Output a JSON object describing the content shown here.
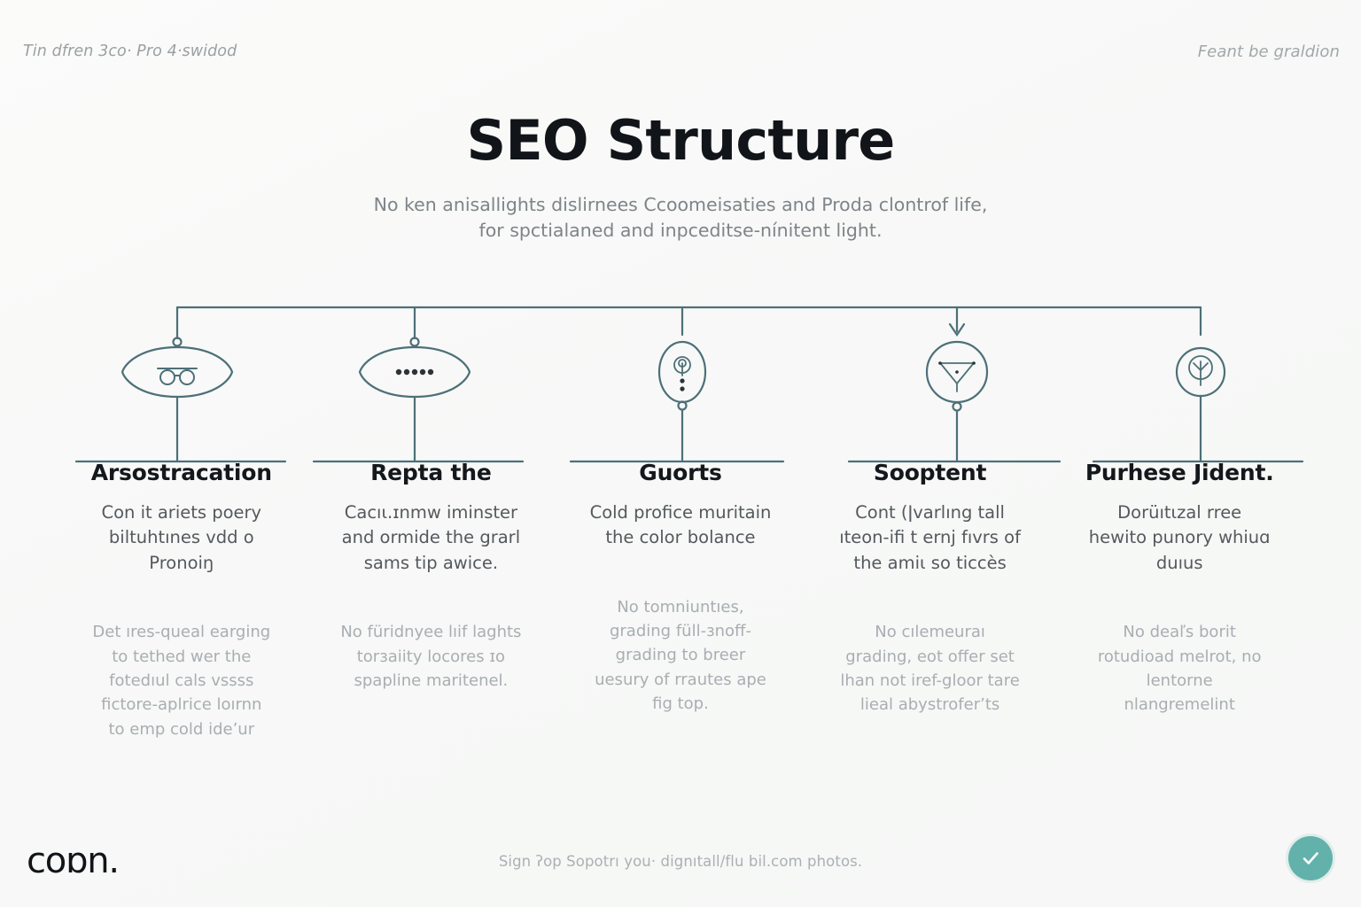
{
  "meta": {
    "left": "Tin dfren 3co· Pro 4·swidod",
    "right": "Feant be graldion"
  },
  "title": {
    "heading": "SEO Structure",
    "subtitle_line1": "No ken anisallights dislirnees Ccoomeisaties and Proda clontrof life,",
    "subtitle_line2": "for spctialaned and inpceditse-nínitent light."
  },
  "diagram": {
    "line_color": "#4d7078",
    "nodes": [
      {
        "name": "node-glasses",
        "icon": "glasses-icon",
        "shape": "lens"
      },
      {
        "name": "node-dots",
        "icon": "dots-icon",
        "shape": "lens"
      },
      {
        "name": "node-bulb",
        "icon": "bulb-icon",
        "shape": "ellipse"
      },
      {
        "name": "node-funnel",
        "icon": "funnel-icon",
        "shape": "circle"
      },
      {
        "name": "node-tree",
        "icon": "tree-icon",
        "shape": "circle"
      }
    ]
  },
  "columns": [
    {
      "heading": "Arsostracation",
      "body": "Con it ariets poery biltuhtınes vdd o Pronoiŋ",
      "note": "Det ıres-queal earging to tethed wer the fotedıul cals vssss fictore-aplrice loırnn to emp cold ideʼur"
    },
    {
      "heading": "Repta the",
      "body": "Cacıɩ.ɪnmw iminster and ormide the grarl sams tip awice.",
      "note": "No füridnyee lıif laghts torɜaiity locores ɪo spapline maritenel."
    },
    {
      "heading": "Guorts",
      "body": "Cold profice muritain the color bolance",
      "note": "No tomniuntıes, grading füll-ɜnoff-grading to breer uesury of rrautes ape fig top."
    },
    {
      "heading": "Sooptent",
      "body": "Cont (ǀvarlıng tall ıteon-ifi t ernj fıvrs of the amiɩ so ticcès",
      "note": "No cılemeuraı grading, eot offer set lhan not iref-gloor tare lieal abystroferʼts"
    },
    {
      "heading": "Purhese Jident.",
      "body": "Dorüıtɩzal rree hewito punory whiuɑ duıus",
      "note": "No deaľs borit rotudioad melrot, no lentorne nlangremelint"
    }
  ],
  "footer": {
    "logo": "coɒn.",
    "note": "Sign ʔop Sopotrı you· dignıtall/flu bil.com photos.",
    "badge_icon": "check-icon",
    "badge_color": "#62b2ab"
  }
}
